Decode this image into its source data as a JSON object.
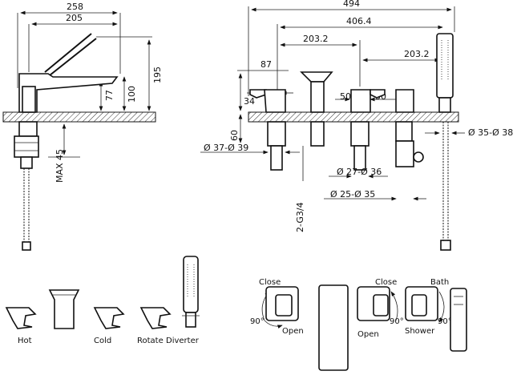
{
  "side_view": {
    "dims": {
      "d258": "258",
      "d205": "205",
      "d195": "195",
      "d100": "100",
      "d77": "77",
      "max45": "MAX 45"
    }
  },
  "front_view": {
    "dims": {
      "d494": "494",
      "d406": "406.4",
      "d203a": "203.2",
      "d203b": "203.2",
      "d87": "87",
      "d34": "34",
      "d50a": "50",
      "d50b": "50",
      "d60": "60",
      "d37_39": "Ø 37-Ø 39",
      "d27_36": "Ø 27-Ø 36",
      "d25_35": "Ø 25-Ø 35",
      "d35_38": "Ø 35-Ø 38",
      "thread": "2-G3/4"
    }
  },
  "components": {
    "hot": "Hot",
    "cold": "Cold",
    "rotate": "Rotate",
    "diverter": "Diverter"
  },
  "operation": {
    "close_left": "Close",
    "open_left": "Open",
    "angle_left": "90°",
    "close_right": "Close",
    "open_right": "Open",
    "angle_right": "90°",
    "bath": "Bath",
    "shower": "Shower",
    "angle_bath": "90°"
  }
}
